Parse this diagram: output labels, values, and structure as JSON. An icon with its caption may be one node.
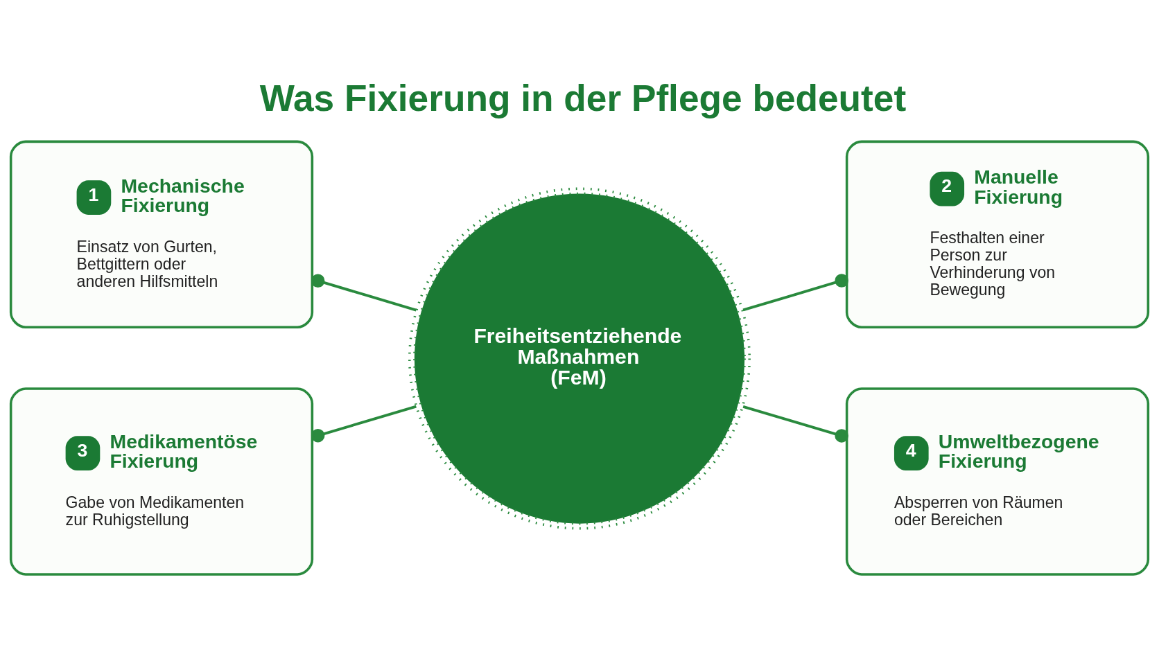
{
  "diagram": {
    "title": "Was Fixierung in der Pflege bedeutet",
    "nodes": [
      {
        "text": [
          "1",
          "Mechanische Fixierung",
          "Einsatz von Gurten, Bettgittern oder anderen Hilfsmitteln"
        ]
      },
      {
        "text": [
          "2",
          "Manuelle Fixierung",
          "Festhalten einer Person zur Verhinderung von Bewegung"
        ]
      },
      {
        "text": [
          "Freiheitsentziehende Maßnahmen (FeM)"
        ]
      },
      {
        "text": [
          "3",
          "Medikamentöse Fixierung",
          "Gabe von Medikamenten zur Ruhigstellung"
        ]
      },
      {
        "text": [
          "4",
          "Umweltbezogene Fixierung",
          "Absperren von Räumen oder Bereichen"
        ]
      }
    ],
    "edges": [
      {
        "from": 0,
        "to": 2,
        "arrow": "other"
      },
      {
        "from": 2,
        "to": 1,
        "arrow": "other"
      },
      {
        "from": 3,
        "to": 2,
        "arrow": "other"
      },
      {
        "from": 2,
        "to": 4,
        "arrow": "other"
      }
    ]
  }
}
